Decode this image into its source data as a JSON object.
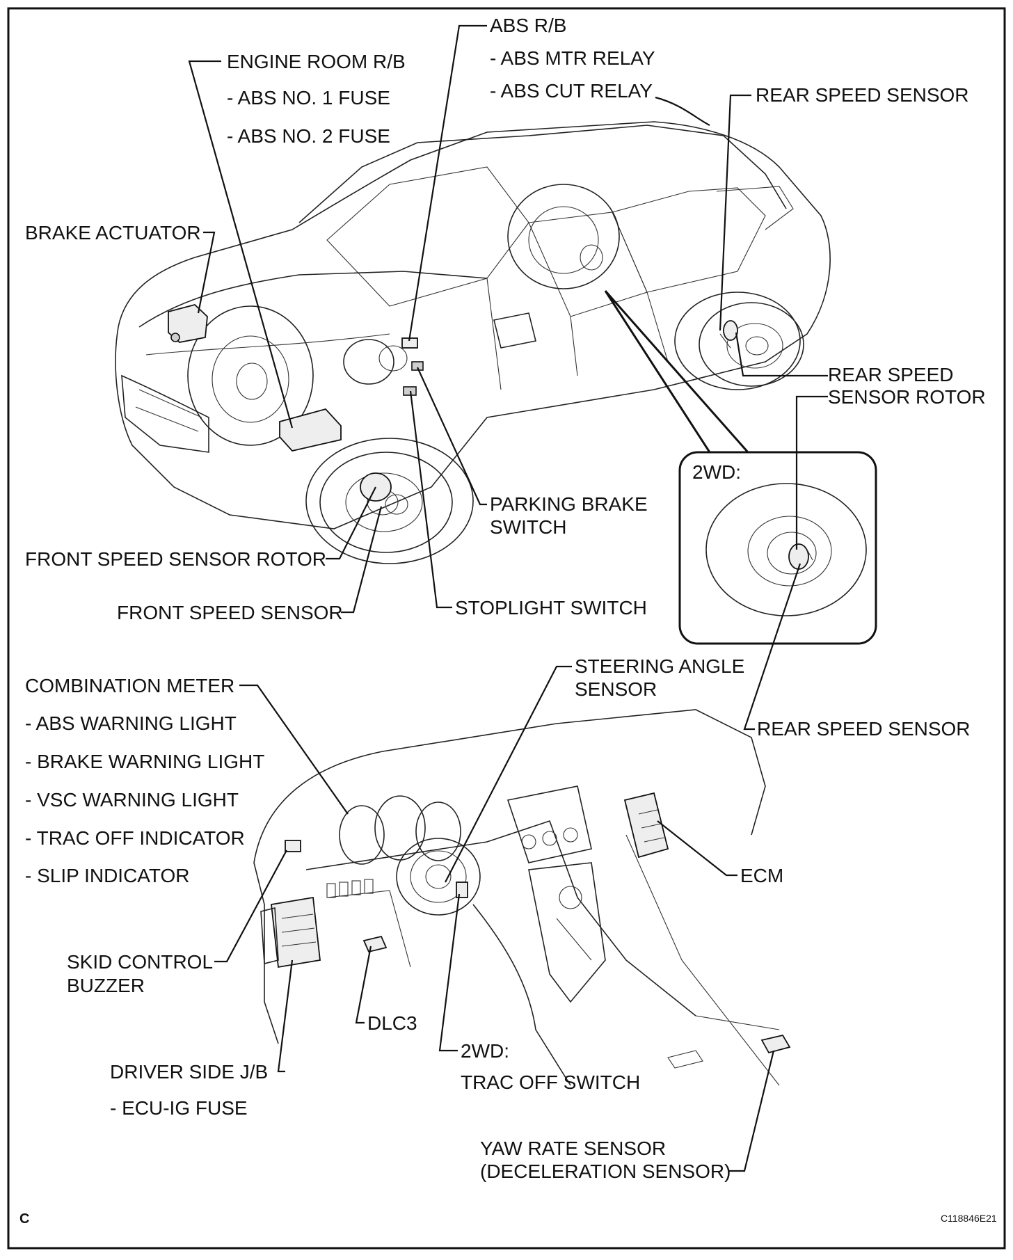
{
  "labels": {
    "abs_rb": "ABS R/B",
    "abs_mtr_relay": "- ABS MTR RELAY",
    "abs_cut_relay": "- ABS CUT RELAY",
    "engine_room_rb": "ENGINE ROOM R/B",
    "abs_no1_fuse": "- ABS NO. 1 FUSE",
    "abs_no2_fuse": "- ABS NO. 2 FUSE",
    "rear_speed_sensor_top": "REAR SPEED SENSOR",
    "brake_actuator": "BRAKE ACTUATOR",
    "rear_speed_sensor_rotor_1": "REAR SPEED",
    "rear_speed_sensor_rotor_2": "SENSOR ROTOR",
    "inset_2wd": "2WD:",
    "parking_brake_switch_1": "PARKING BRAKE",
    "parking_brake_switch_2": "SWITCH",
    "front_speed_sensor_rotor": "FRONT SPEED SENSOR ROTOR",
    "front_speed_sensor": "FRONT SPEED SENSOR",
    "stoplight_switch": "STOPLIGHT SWITCH",
    "steering_angle_sensor_1": "STEERING ANGLE",
    "steering_angle_sensor_2": "SENSOR",
    "combination_meter": "COMBINATION METER",
    "abs_warning_light": "- ABS WARNING LIGHT",
    "brake_warning_light": "- BRAKE WARNING LIGHT",
    "vsc_warning_light": "- VSC WARNING LIGHT",
    "trac_off_indicator": "- TRAC OFF INDICATOR",
    "slip_indicator": "- SLIP INDICATOR",
    "rear_speed_sensor_bottom": "REAR SPEED SENSOR",
    "ecm": "ECM",
    "skid_control_buzzer_1": "SKID CONTROL",
    "skid_control_buzzer_2": "BUZZER",
    "dlc3": "DLC3",
    "trac_off_switch_2wd": "2WD:",
    "trac_off_switch": "TRAC OFF SWITCH",
    "driver_side_jb": "DRIVER SIDE J/B",
    "ecu_ig_fuse": "- ECU-IG FUSE",
    "yaw_rate_sensor_1": "YAW RATE SENSOR",
    "yaw_rate_sensor_2": "(DECELERATION SENSOR)"
  },
  "corner_letter": "C",
  "figure_code": "C118846E21"
}
